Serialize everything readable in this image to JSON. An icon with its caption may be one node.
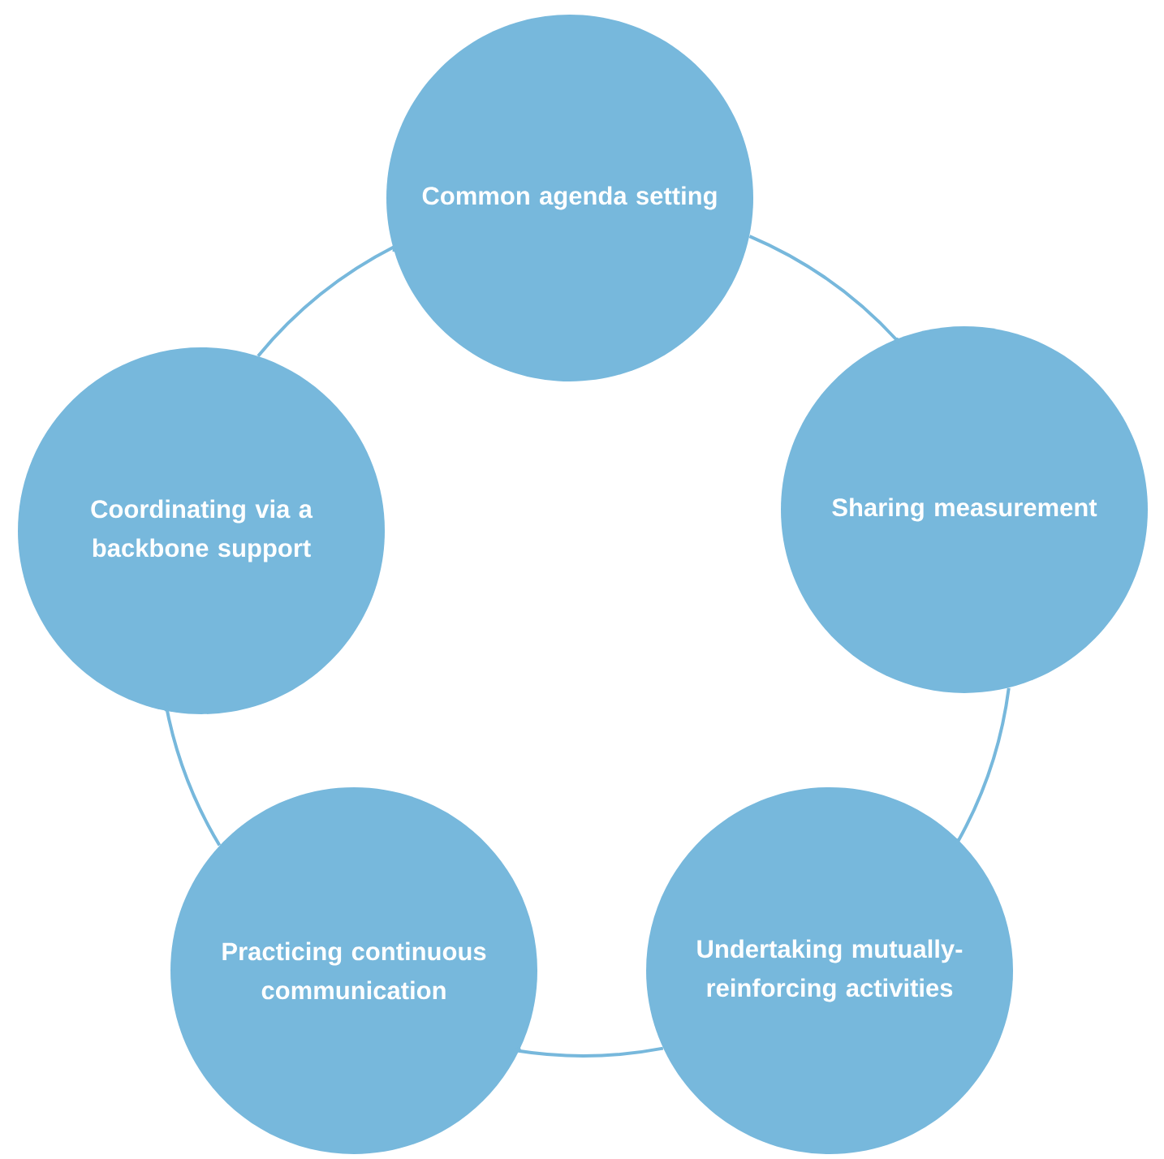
{
  "diagram": {
    "nodes": [
      {
        "text": [
          "Common agenda setting"
        ]
      },
      {
        "text": [
          "Sharing measurement"
        ]
      },
      {
        "text": [
          "Undertaking mutually-reinforcing activities"
        ]
      },
      {
        "text": [
          "Practicing continuous communication"
        ]
      },
      {
        "text": [
          "Coordinating via a backbone support"
        ]
      }
    ],
    "edges": [
      {
        "from": 0,
        "to": 1,
        "arrow": "none"
      },
      {
        "from": 1,
        "to": 2,
        "arrow": "none"
      },
      {
        "from": 2,
        "to": 3,
        "arrow": "none"
      },
      {
        "from": 3,
        "to": 4,
        "arrow": "none"
      },
      {
        "from": 4,
        "to": 0,
        "arrow": "none"
      }
    ]
  }
}
